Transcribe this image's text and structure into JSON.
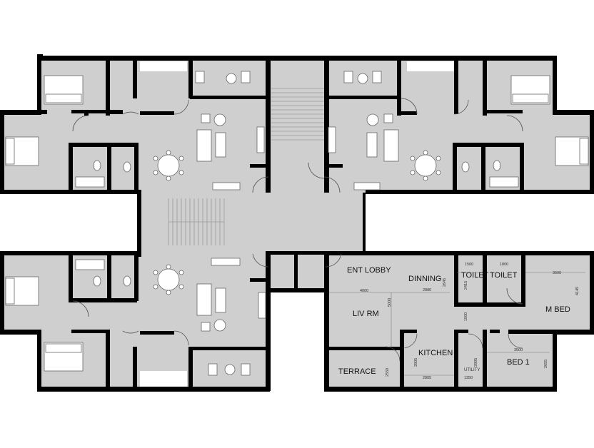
{
  "room_labels": {
    "ent_lobby": "ENT LOBBY",
    "dinning": "DINNING",
    "toilet_1": "TOILET",
    "toilet_2": "TOILET",
    "liv_rm": "LIV RM",
    "m_bed": "M BED",
    "kitchen": "KITCHEN",
    "terrace": "TERRACE",
    "utility": "UTILITY",
    "bed_1": "BED 1"
  },
  "dimensions": {
    "toilet_1_w": "1500",
    "toilet_2_w": "1800",
    "m_bed_w": "3600",
    "dinning_w": "2880",
    "liv_w": "4000",
    "liv_h": "5000",
    "dinning_h": "2645",
    "toilet_1_h": "2415",
    "m_bed_h": "4145",
    "bed_w": "3500",
    "bed_h": "2655",
    "kitchen_h": "2805",
    "kitchen_w": "2805",
    "utility_h": "2805",
    "utility_w": "1350",
    "terrace_h": "2550",
    "passage_h": "1500"
  },
  "colors": {
    "floor": "#cfcfcf",
    "wall": "#000000",
    "background": "#ffffff",
    "furniture": "#ffffff"
  }
}
